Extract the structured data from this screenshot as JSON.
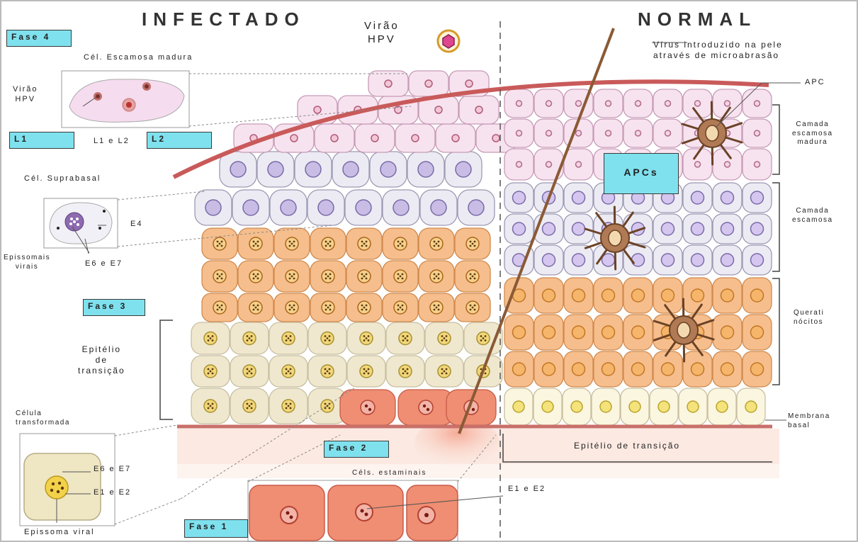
{
  "header": {
    "left_title": "INFECTADO",
    "right_title": "NORMAL",
    "virion_label": "Virão\nHPV"
  },
  "tags": {
    "fase4": "Fase 4",
    "fase3": "Fase 3",
    "fase2": "Fase 2",
    "fase1": "Fase 1",
    "l1": "L1",
    "l2": "L2",
    "apcs": "APCs"
  },
  "left_labels": {
    "cel_escamosa_madura": "Cél. Escamosa madura",
    "virao_hpv": "Virão\nHPV",
    "l1_e_l2": "L1  e L2",
    "cel_suprabasal": "Cél. Suprabasal",
    "e4": "E4",
    "epissomais_virais": "Epissomais\nvirais",
    "e6_e7_top": "E6  e E7",
    "epitelio_transicao": "Epitélio\nde\ntransição",
    "celula_transformada": "Célula\ntransformada",
    "e6_e7_bottom": "E6  e E7",
    "e1_e2_left": "E1  e E2",
    "epissoma_viral": "Epissoma viral",
    "cels_estaminais": "Céls. estaminais",
    "e1_e2_center": "E1  e E2"
  },
  "right_labels": {
    "virus_introduzido": "Vírus introduzido na pele\natravés de microabrasão",
    "apc": "APC",
    "camada_escamosa_madura": "Camada\nescamosa\nmadura",
    "camada_escamosa": "Camada\nescamosa",
    "queratinocitos": "Querati\nnócitos",
    "membrana_basal": "Membrana\nbasal",
    "epitelio_transicao": "Epitélio de transição"
  },
  "colors": {
    "accent_tag": "#7fe1ee",
    "basal_cell": "#ef8e72",
    "keratinocyte": "#f6be8c",
    "transition_cell": "#efe8cf",
    "squamous_cell": "#ecebf3",
    "mature_cell": "#f7e3ef",
    "apc": "#b07a55",
    "virion": "#e0468f"
  }
}
